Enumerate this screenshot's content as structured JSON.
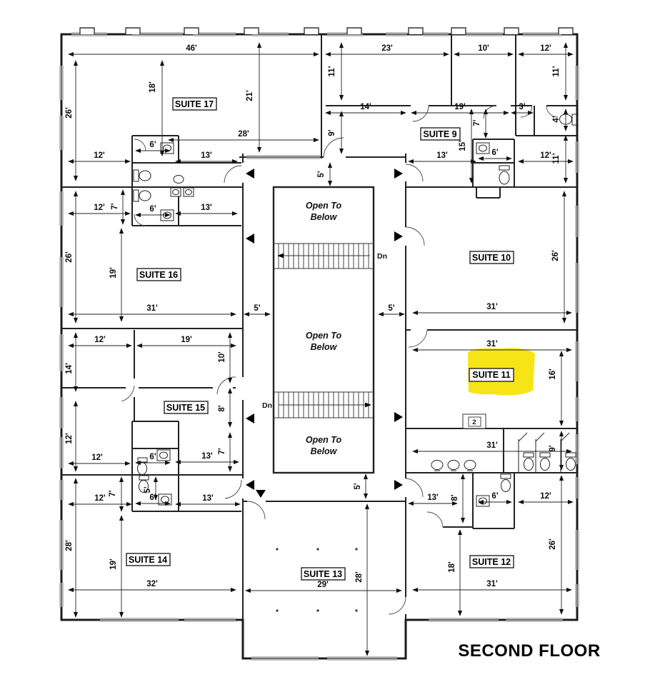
{
  "title": "SECOND FLOOR",
  "highlight": {
    "color": "#F7E417",
    "suite": "SUITE 11"
  },
  "suites": {
    "s17": "SUITE 17",
    "s9": "SUITE 9",
    "s16": "SUITE 16",
    "s10": "SUITE 10",
    "s15": "SUITE 15",
    "s11": "SUITE 11",
    "s14": "SUITE 14",
    "s13": "SUITE 13",
    "s12": "SUITE 12"
  },
  "atrium": {
    "open_line1": "Open To",
    "open_line2": "Below",
    "down_label": "Dn"
  },
  "room_tag": "2",
  "dims": {
    "s17_top_width": "46'",
    "s17_left_height": "26'",
    "s17_interior_height": "18'",
    "s17_right_height": "21'",
    "s17_lower_width": "28'",
    "s17_bath_width": "6'",
    "s17_row_left": "12'",
    "s17_row_right": "13'",
    "s16_row_left": "12'",
    "s16_row_depth": "7'",
    "s16_bath_width": "6'",
    "s16_row_right": "13'",
    "s16_left_height": "26'",
    "s16_interior_height": "19'",
    "s16_bottom_width": "31'",
    "corridor_left_top": "5'",
    "corridor_right_top": "5'",
    "corridor_top_depth": "5'",
    "corridor_bottom_depth": "5'",
    "top_center_room_height": "11'",
    "top_center_width": "23'",
    "top_center_lower_height": "9'",
    "top_center_lower_width": "14'",
    "s9_width": "19'",
    "s9_height": "15'",
    "s9_bath_depth": "7'",
    "s9_closet_width": "3'",
    "s9_bath_width": "6'",
    "s9_lower_width": "13'",
    "top_right_room1_width": "10'",
    "top_right_room2_width": "12'",
    "top_right_room_height": "11'",
    "toilet_room_height": "4'",
    "right_room_height": "11'",
    "right_room_width": "12'",
    "s10_height": "26'",
    "s10_width": "31'",
    "s11_top_width": "31'",
    "s11_height": "16'",
    "s11_bottom_width": "31'",
    "restroom_height": "9'",
    "rr_row_width1": "13'",
    "rr_row_depth": "8'",
    "rr_bath_width": "6'",
    "rr_row_width2": "12'",
    "s12_height": "26'",
    "s12_interior_height": "18'",
    "s12_width": "31'",
    "s15_top_left": "12'",
    "s15_top_right": "19'",
    "s15_left_height": "14'",
    "s15_right_height": "10'",
    "s15_mid_height": "8'",
    "s15_left_lower": "12'",
    "s15_row_left": "12'",
    "s15_bath_width": "6'",
    "s15_row_right": "13'",
    "s15_right_lower": "7'",
    "s14_row_left": "12'",
    "s14_row_depth": "7'",
    "s14_bath_depth": "5'",
    "s14_bath_width": "6'",
    "s14_row_right": "13'",
    "s14_left_height": "28'",
    "s14_interior_height": "19'",
    "s14_width": "32'",
    "s13_width": "29'",
    "s13_height": "28'"
  }
}
